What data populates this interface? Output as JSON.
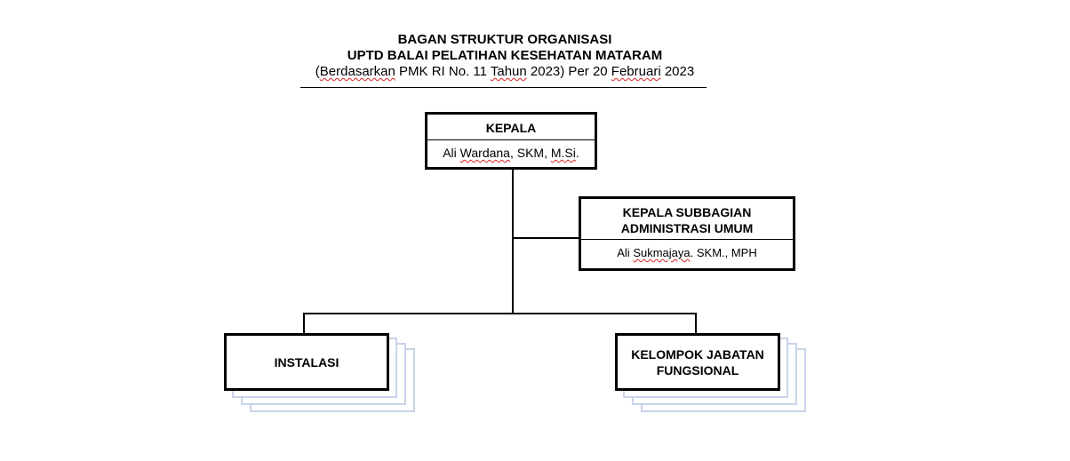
{
  "header": {
    "line1": "BAGAN STRUKTUR ORGANISASI",
    "line2": "UPTD BALAI PELATIHAN KESEHATAN MATARAM",
    "subtitle_parts": [
      "(",
      "Berdasarkan",
      " PMK RI No. 11 ",
      "Tahun",
      " 2023) Per 20 ",
      "Februari",
      " 2023"
    ]
  },
  "kepala": {
    "title": "KEPALA",
    "name_parts": [
      "Ali ",
      "Wardana",
      ", SKM, ",
      "M.Si",
      "."
    ]
  },
  "subbagian": {
    "title_line1": "KEPALA SUBBAGIAN",
    "title_line2": "ADMINISTRASI UMUM",
    "name_parts": [
      "Ali ",
      "Sukmajaya",
      ". SKM., MPH"
    ]
  },
  "instalasi": {
    "title": "INSTALASI"
  },
  "jabatan_fungsional": {
    "title_line1": "KELOMPOK JABATAN",
    "title_line2": "FUNGSIONAL"
  }
}
